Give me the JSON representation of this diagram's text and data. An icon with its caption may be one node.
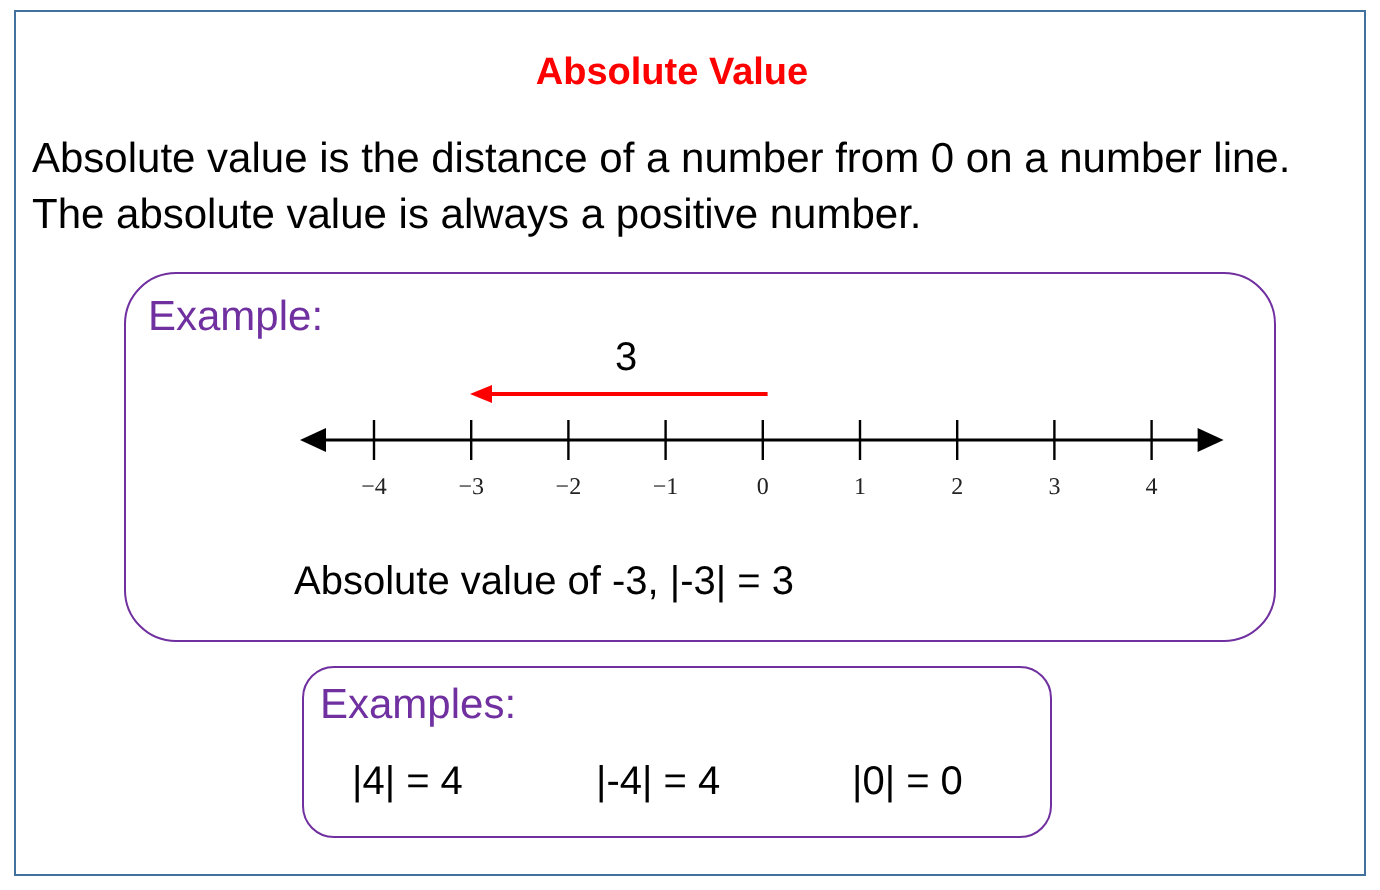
{
  "diagram": {
    "title": "Absolute Value",
    "nodes": [
      {
        "text": [
          "Example:",
          "Absolute value of -3, |-3| = 3"
        ]
      },
      {
        "text": [
          "Examples:",
          "|4| = 4",
          "|-4| = 4",
          "|0| = 0"
        ]
      }
    ],
    "labels": [
      "Absolute value is the distance of a number from 0 on a number line.",
      "The absolute value is always a positive number.",
      "3",
      "−4",
      "−3",
      "−2",
      "−1",
      "0",
      "1",
      "2",
      "3",
      "4"
    ]
  }
}
